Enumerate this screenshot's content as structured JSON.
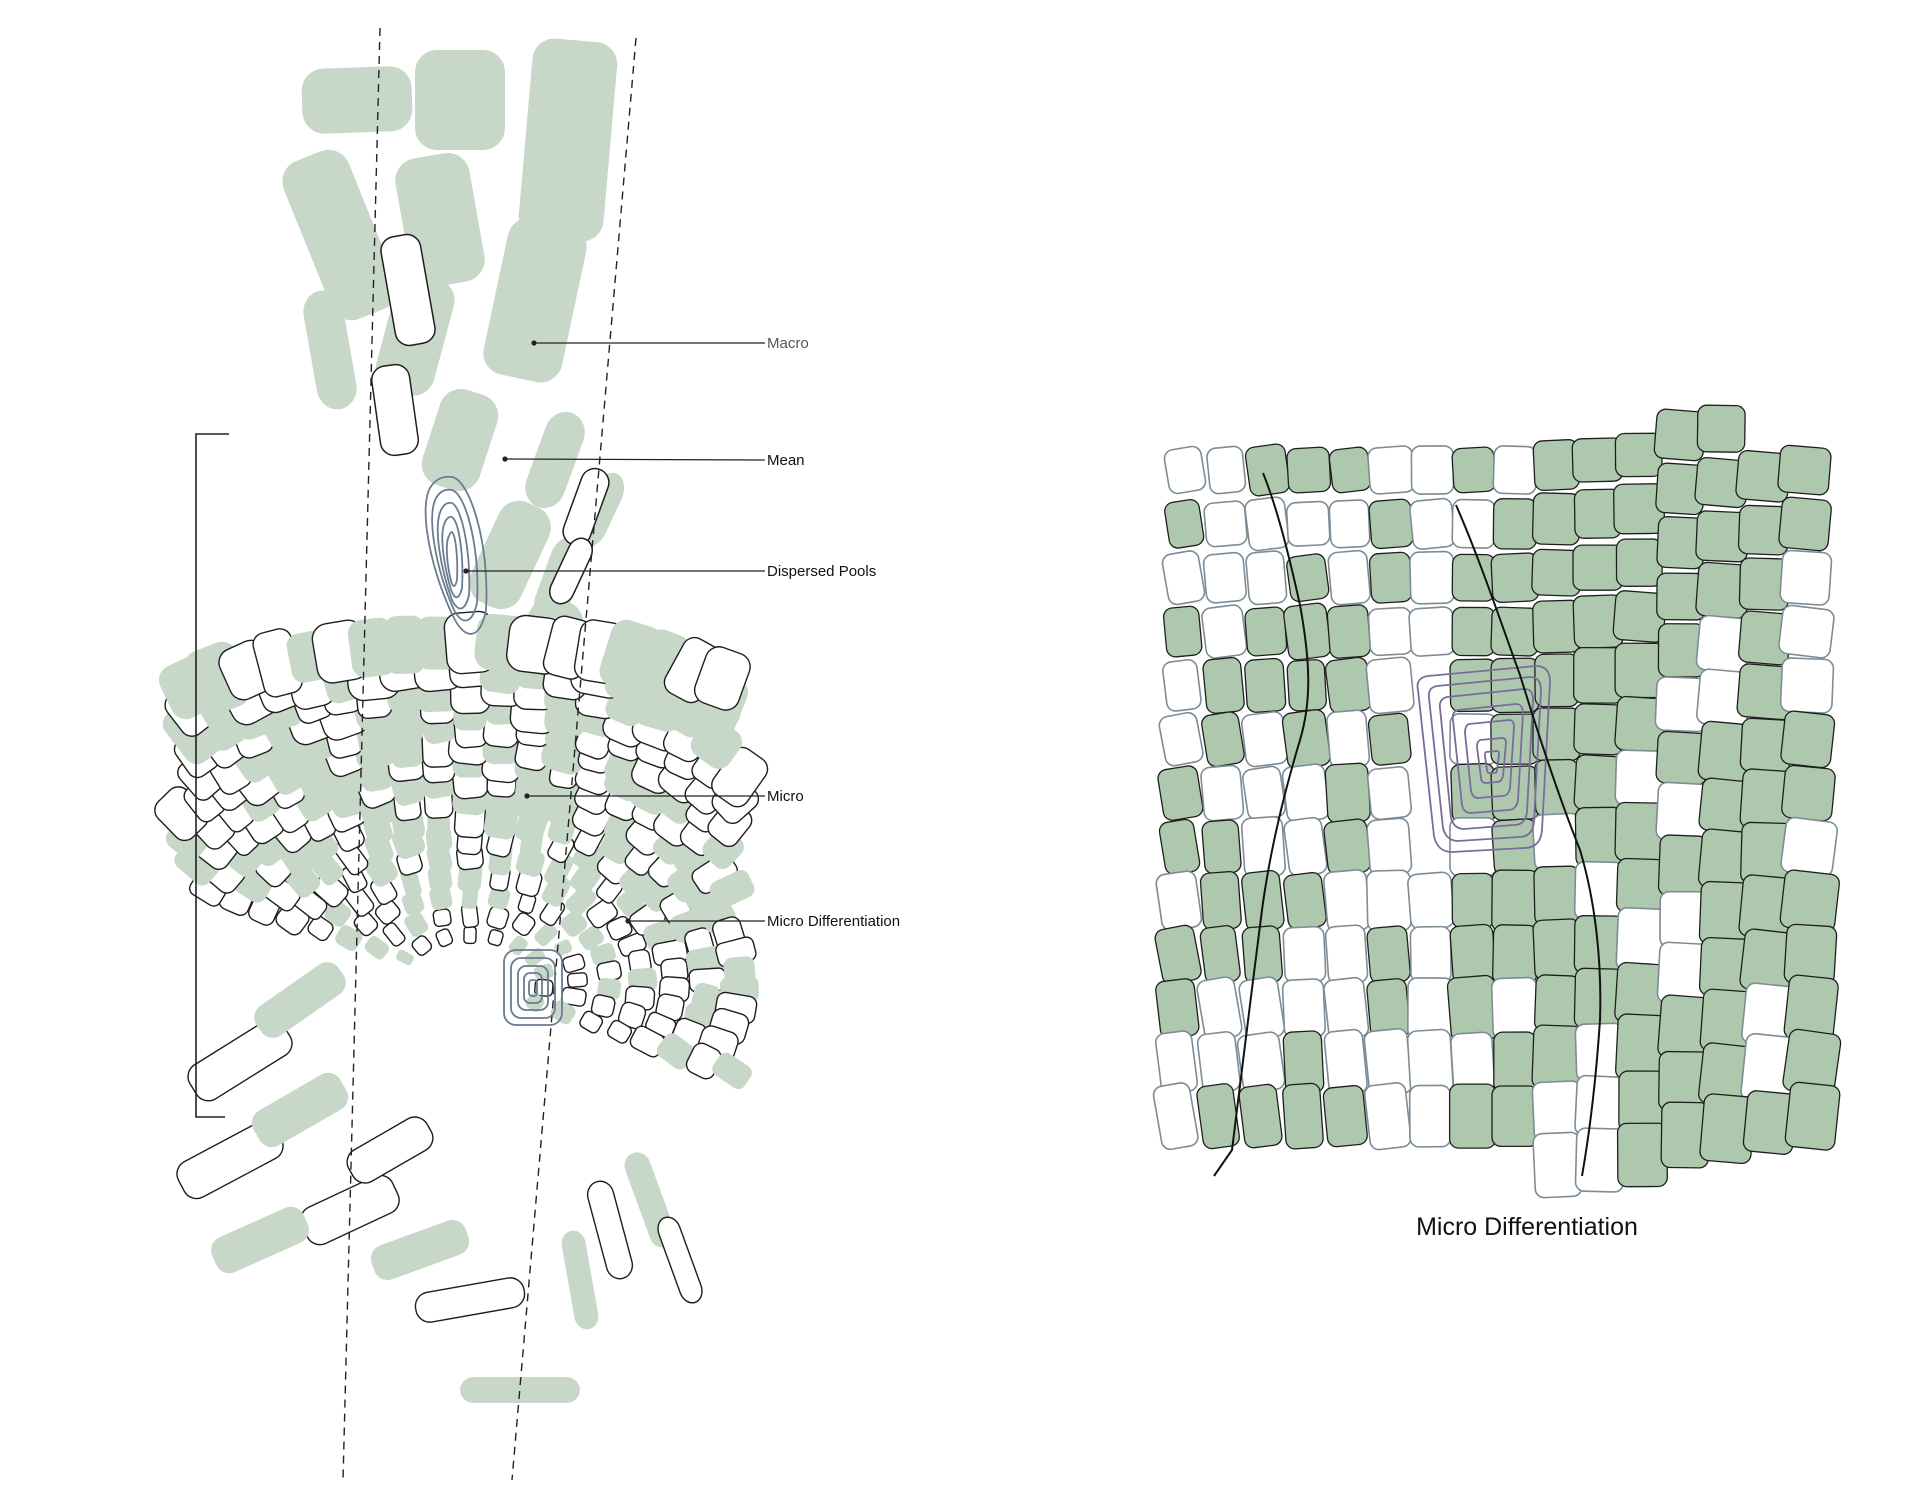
{
  "labels": {
    "macro": "Macro",
    "mean": "Mean",
    "dispersed_pools": "Dispersed Pools",
    "micro": "Micro",
    "micro_differentiation": "Micro Differentiation"
  },
  "caption": "Micro Differentiation",
  "colors": {
    "cell_fill": "#c8d8c8",
    "cell_fill_dark": "#aec8ae",
    "cell_stroke": "#1e1e1e",
    "cell_stroke_light": "#7d8c96",
    "pool_stroke": "#6a7c90",
    "pool_stroke_purple": "#7a6c9c",
    "leader": "#222222"
  }
}
